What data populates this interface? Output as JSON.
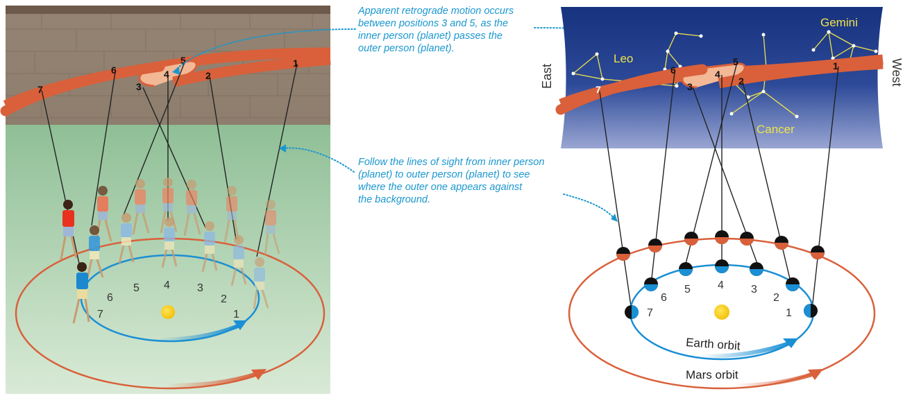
{
  "annotations": {
    "retrograde": [
      "Apparent retrograde motion occurs",
      "between positions 3 and 5, as the",
      "inner person (planet) passes the",
      "outer person (planet)."
    ],
    "lines_of_sight": [
      "Follow the lines of sight from inner person",
      "(planet) to outer person (planet) to see",
      "where the outer one appears against",
      "the background."
    ]
  },
  "left_panel": {
    "path_labels": [
      "1",
      "2",
      "3",
      "4",
      "5",
      "6",
      "7"
    ],
    "ground_numbers": [
      "1",
      "2",
      "3",
      "4",
      "5",
      "6",
      "7"
    ]
  },
  "right_panel": {
    "directions": {
      "east": "East",
      "west": "West"
    },
    "constellations": {
      "leo": "Leo",
      "gemini": "Gemini",
      "cancer": "Cancer"
    },
    "path_labels": [
      "1",
      "2",
      "3",
      "4",
      "5",
      "6",
      "7"
    ],
    "orbit_numbers": [
      "1",
      "2",
      "3",
      "4",
      "5",
      "6",
      "7"
    ],
    "orbit_labels": {
      "earth": "Earth orbit",
      "mars": "Mars orbit"
    }
  },
  "colors": {
    "earth_orbit": "#1a8fd4",
    "mars_orbit": "#d9603a",
    "sun": "#f6cc12",
    "sky_top": "#1d3a86",
    "sky_bottom": "#8a97c9",
    "wall": "#8f7f6e",
    "ground": "#a4c9a4",
    "constellation": "#f0e44a",
    "annotation": "#1b97cf"
  }
}
